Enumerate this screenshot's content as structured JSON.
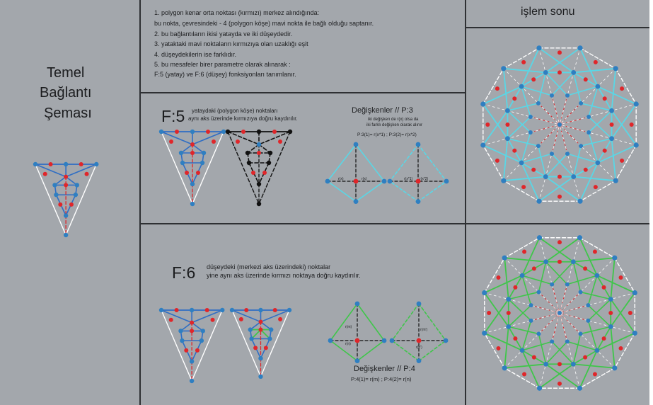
{
  "left_panel": {
    "title_line1": "Temel",
    "title_line2": "Bağlantı",
    "title_line3": "Şeması"
  },
  "notes": {
    "line1": "1. polygon kenar orta noktası (kırmızı) merkez alındığında:",
    "line2": "bu nokta, çevresindeki - 4 (polygon köşe) mavi nokta ile bağlı olduğu saptanır.",
    "line3": "2. bu bağlantıların ikisi yatayda ve iki düşeydedir.",
    "line4": "3. yataktaki mavi noktaların kırmızıya olan uzaklığı eşit",
    "line5": "4. düşeydekilerin ise farklıdır.",
    "line6": "5. bu mesafeler birer parametre olarak alınarak :",
    "line7": "F:5 (yatay) ve F:6 (düşey) fonksiyonları tanımlanır."
  },
  "right_header": "işlem sonu",
  "f5": {
    "label": "F:5",
    "desc_line1": "yataydaki (polygon köşe) noktaları",
    "desc_line2": "aynı aks üzerinde kırmızıya doğru kaydırılır.",
    "vars_title": "Değişkenler // P:3",
    "vars_note1": "iki değişken de r(x) olsa da",
    "vars_note2": "iki farklı değişken olarak alınır",
    "formula": "P:3(1)= r(x*1) ; P:3(2)= r(x*2)",
    "r_left": "r(x)",
    "r_right": "r(x)",
    "r_x1": "r(x*1)",
    "r_x2": "r(x*2)"
  },
  "f6": {
    "label": "F:6",
    "desc_line1": "düşeydeki (merkezi aks üzerindeki) noktalar",
    "desc_line2": "yine aynı aks üzerinde kırmızı noktaya doğru kaydırılır.",
    "vars_title": "Değişkenler // P:4",
    "formula": "P:4(1)= r(m) ; P:4(2)= r(n)",
    "r_m": "r(m)",
    "r_n": "r(n)",
    "r_m2": "r(m')",
    "r_n2": "r(n')"
  },
  "colors": {
    "background": "#a3a7ac",
    "divider": "#2e3033",
    "blue_node": "#2f7fc1",
    "red_node": "#e0262a",
    "cyan_line": "#59d7e6",
    "green_line": "#3fc64a",
    "blue_line": "#2f6ec4",
    "black": "#111111",
    "white_line": "#ffffff"
  }
}
